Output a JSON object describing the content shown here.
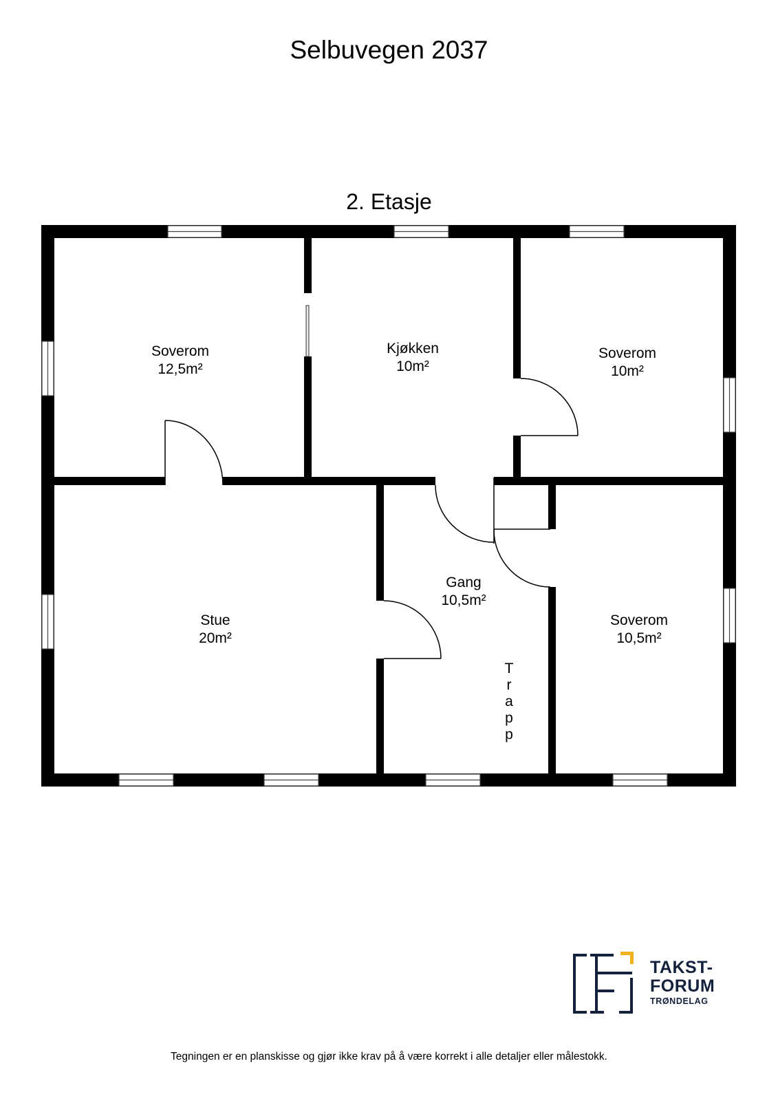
{
  "header": {
    "title": "Selbuvegen 2037",
    "floor": "2. Etasje"
  },
  "rooms": [
    {
      "name": "Soverom",
      "area": "12,5m²"
    },
    {
      "name": "Kjøkken",
      "area": "10m²"
    },
    {
      "name": "Soverom",
      "area": "10m²"
    },
    {
      "name": "Stue",
      "area": "20m²"
    },
    {
      "name": "Gang",
      "area": "10,5m²"
    },
    {
      "name": "Soverom",
      "area": "10,5m²"
    }
  ],
  "stairs": {
    "label": "Trapp",
    "letters": [
      "T",
      "r",
      "a",
      "p",
      "p"
    ]
  },
  "logo": {
    "line1": "TAKST-",
    "line2": "FORUM",
    "line3": "TRØNDELAG",
    "colors": {
      "navy": "#14213d",
      "accent": "#f2b21b"
    }
  },
  "footer": {
    "disclaimer": "Tegningen er en planskisse og gjør ikke krav på å være korrekt i alle detaljer eller målestokk."
  }
}
